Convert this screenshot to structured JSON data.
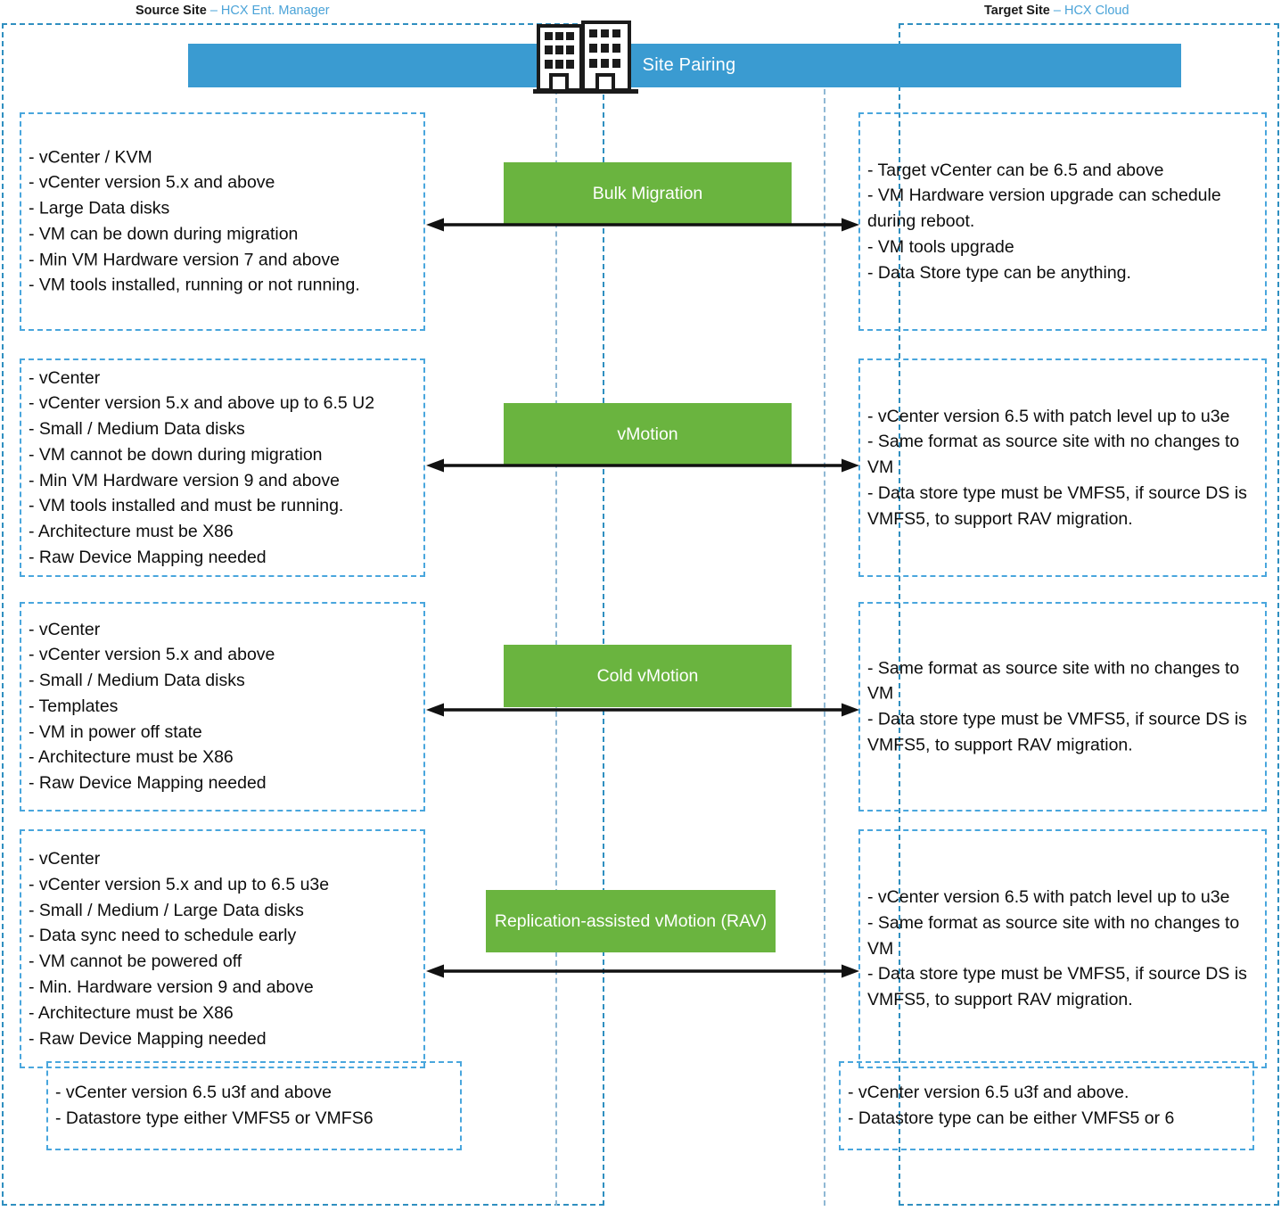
{
  "diagram": {
    "banner": {
      "title": "Site Pairing",
      "color": "#3a9bd1",
      "icon": "buildings-icon"
    },
    "colors": {
      "banner_blue": "#3a9bd1",
      "migration_green": "#6ab43f",
      "dashed_border_blue": "#49a6dd",
      "accent_text_blue": "#4aa3d8"
    },
    "columns": {
      "source": {
        "label_bold": "Source Site ",
        "label_accent": "– HCX Ent. Manager"
      },
      "target": {
        "label_bold": "Target Site ",
        "label_accent": "– HCX Cloud"
      }
    },
    "rows": [
      {
        "migration_type": "Bulk Migration",
        "source_requirements": [
          "- vCenter / KVM",
          "- vCenter version 5.x and above",
          "- Large Data disks",
          "- VM can be down during migration",
          "- Min VM Hardware version 7 and above",
          "- VM tools installed, running or not running."
        ],
        "target_requirements": [
          "- Target vCenter can be 6.5 and above",
          "- VM Hardware version upgrade can schedule during reboot.",
          "- VM tools upgrade",
          "- Data Store type can be anything."
        ]
      },
      {
        "migration_type": "vMotion",
        "source_requirements": [
          "- vCenter",
          "- vCenter version 5.x and above up to 6.5 U2",
          "- Small / Medium Data disks",
          "- VM cannot be down during migration",
          "- Min VM Hardware version 9 and above",
          "- VM tools installed and must be running.",
          "- Architecture must be X86",
          "- Raw Device Mapping needed"
        ],
        "target_requirements": [
          "- vCenter version 6.5 with patch level up to u3e",
          "- Same format as source site with no changes to VM",
          "-  Data store type must be VMFS5, if source DS is VMFS5, to support RAV migration."
        ]
      },
      {
        "migration_type": "Cold vMotion",
        "source_requirements": [
          "- vCenter",
          "- vCenter version 5.x and above",
          "- Small / Medium Data disks",
          "- Templates",
          "- VM in power off state",
          "- Architecture must be X86",
          "- Raw Device Mapping needed"
        ],
        "target_requirements": [
          "- Same format as source site with no changes to VM",
          "- Data store type must be VMFS5, if source DS is VMFS5, to support RAV migration."
        ]
      },
      {
        "migration_type": "Replication-assisted vMotion (RAV)",
        "source_requirements": [
          "- vCenter",
          "- vCenter version 5.x and up to 6.5 u3e",
          "- Small / Medium / Large Data disks",
          "- Data sync need to schedule early",
          "- VM cannot be powered off",
          "- Min. Hardware version 9 and above",
          "- Architecture must be X86",
          "- Raw Device Mapping needed"
        ],
        "target_requirements": [
          "- vCenter version 6.5 with patch level up to u3e",
          "- Same format as source site with no changes to VM",
          "-  Data store type must be VMFS5, if source DS is VMFS5, to support RAV migration."
        ]
      }
    ],
    "notes": {
      "source": [
        "- vCenter version 6.5 u3f and above",
        "- Datastore type either VMFS5 or VMFS6"
      ],
      "target": [
        "- vCenter version 6.5 u3f and above.",
        "- Datastore type can be either VMFS5 or 6"
      ]
    }
  }
}
